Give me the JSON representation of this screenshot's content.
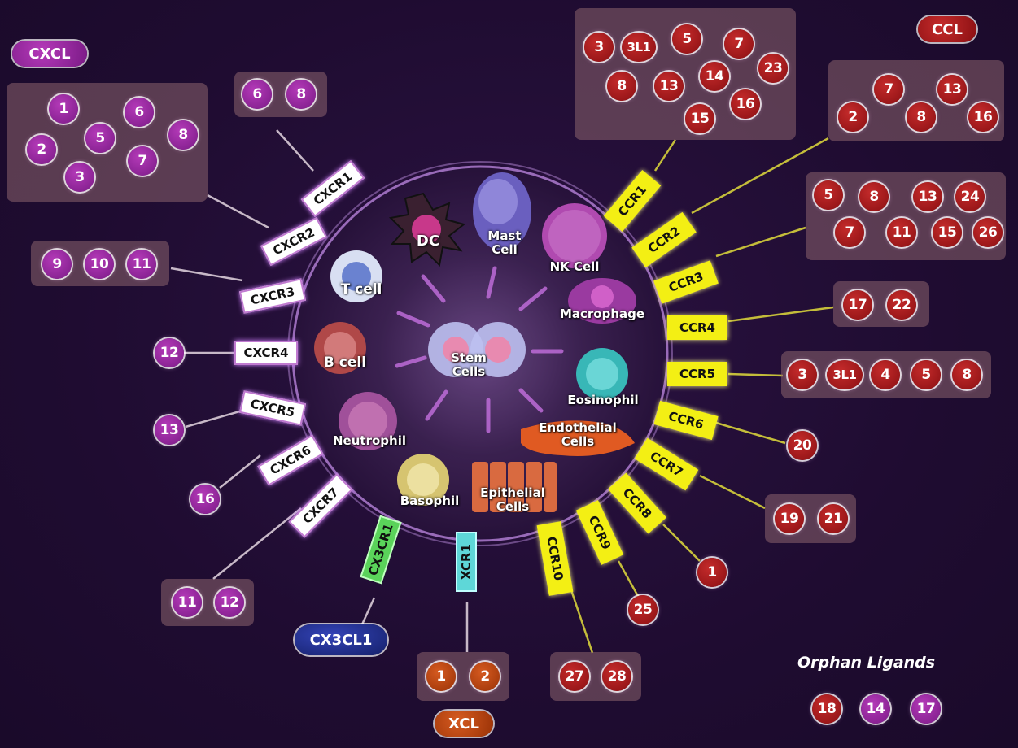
{
  "families": {
    "cxcl": "CXCL",
    "ccl": "CCL",
    "xcl": "XCL",
    "cx3cl1": "CX3CL1"
  },
  "cells": {
    "dc": "DC",
    "mast": "Mast Cell",
    "nk": "NK Cell",
    "t": "T cell",
    "b": "B cell",
    "macrophage": "Macrophage",
    "stem": "Stem Cells",
    "eosinophil": "Eosinophil",
    "endothelial": "Endothelial Cells",
    "neutrophil": "Neutrophil",
    "basophil": "Basophil",
    "epithelial": "Epithelial Cells"
  },
  "cxc_receptors": [
    "CXCR1",
    "CXCR2",
    "CXCR3",
    "CXCR4",
    "CXCR5",
    "CXCR6",
    "CXCR7"
  ],
  "cc_receptors": [
    "CCR1",
    "CCR2",
    "CCR3",
    "CCR4",
    "CCR5",
    "CCR6",
    "CCR7",
    "CCR8",
    "CCR9",
    "CCR10"
  ],
  "other_receptors": {
    "cx3cr1": "CX3CR1",
    "xcr1": "XCR1"
  },
  "ligands": {
    "cxcl_main": [
      "1",
      "2",
      "3",
      "5",
      "6",
      "7",
      "8"
    ],
    "cxcr1": [
      "6",
      "8"
    ],
    "cxcr3": [
      "9",
      "10",
      "11"
    ],
    "cxcr4": [
      "12"
    ],
    "cxcr5": [
      "13"
    ],
    "cxcr6": [
      "16"
    ],
    "cxcr7": [
      "11",
      "12"
    ],
    "ccr1": [
      "3",
      "3L1",
      "5",
      "7",
      "8",
      "13",
      "14",
      "23",
      "15",
      "16"
    ],
    "ccr2": [
      "7",
      "13",
      "2",
      "8",
      "16"
    ],
    "ccr3": [
      "5",
      "8",
      "13",
      "24",
      "7",
      "11",
      "15",
      "26"
    ],
    "ccr4": [
      "17",
      "22"
    ],
    "ccr5": [
      "3",
      "3L1",
      "4",
      "5",
      "8"
    ],
    "ccr6": [
      "20"
    ],
    "ccr7": [
      "19",
      "21"
    ],
    "ccr8": [
      "1"
    ],
    "ccr9": [
      "25"
    ],
    "ccr10": [
      "27",
      "28"
    ],
    "xcr1": [
      "1",
      "2"
    ]
  },
  "orphan": {
    "title": "Orphan Ligands",
    "items": [
      "18",
      "14",
      "17"
    ]
  },
  "colors": {
    "ccl": "#9e1818",
    "cxcl": "#9a2aa3",
    "cc_receptor": "#f3ef14",
    "cxc_receptor": "#ffffff",
    "cx3cr1": "#5ad35a",
    "xcr1": "#5ed7d8",
    "cx3cl1": "#1d2b8a"
  }
}
